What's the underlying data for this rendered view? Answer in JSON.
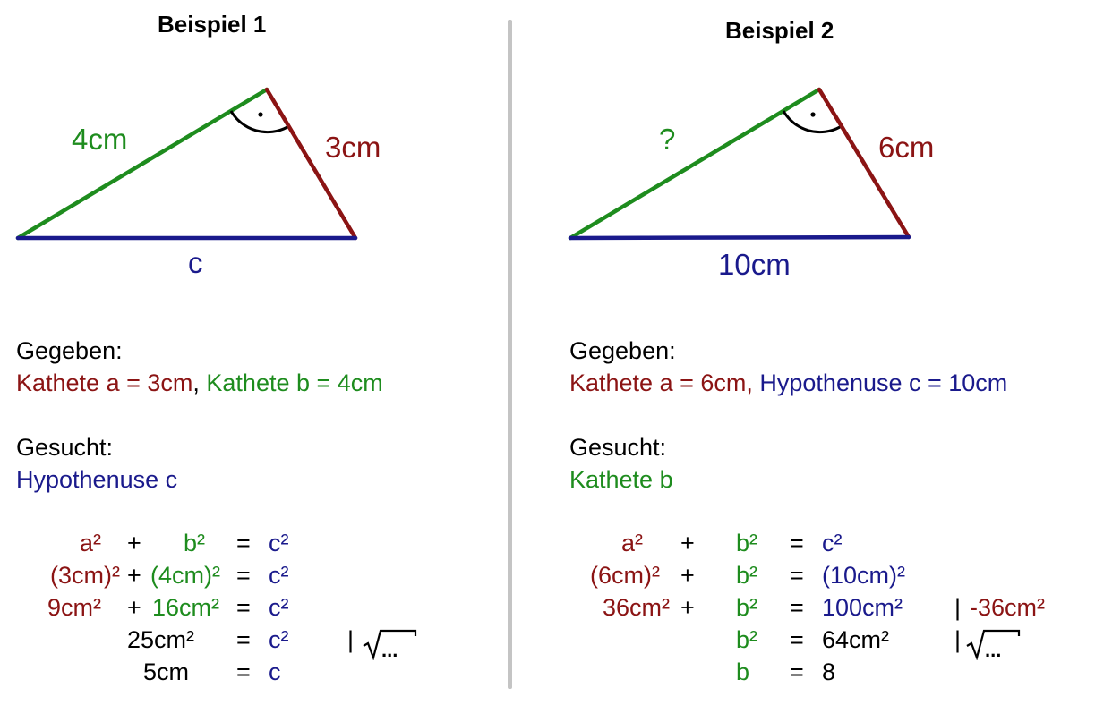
{
  "colors": {
    "red": "#8b1414",
    "green": "#1e8c1e",
    "blue": "#1a1a8c",
    "black": "#000000"
  },
  "example1": {
    "title": "Beispiel 1",
    "side_b_label": "4cm",
    "side_a_label": "3cm",
    "side_c_label": "c",
    "right_angle_mark": "·",
    "given_heading": "Gegeben:",
    "given_a": "Kathete a = 3cm",
    "given_sep": ",",
    "given_b": "Kathete b = 4cm",
    "sought_heading": "Gesucht:",
    "sought": "Hypothenuse c",
    "rows": [
      {
        "left": "a²",
        "plus": "+",
        "mid": "b²",
        "eq": "=",
        "right": "c²"
      },
      {
        "left": "(3cm)²",
        "plus": "+",
        "mid": "(4cm)²",
        "eq": "=",
        "right": "c²"
      },
      {
        "left": "9cm²",
        "plus": "+",
        "mid": "16cm²",
        "eq": "=",
        "right": "c²"
      },
      {
        "mid": "25cm²",
        "eq": "=",
        "right": "c²",
        "op": "|"
      },
      {
        "mid": "5cm",
        "eq": "=",
        "right": "c"
      }
    ],
    "sqrt_dots": "..."
  },
  "example2": {
    "title": "Beispiel 2",
    "side_b_label": "?",
    "side_a_label": "6cm",
    "side_c_label": "10cm",
    "right_angle_mark": "·",
    "given_heading": "Gegeben:",
    "given_a": "Kathete a = 6cm,",
    "given_c": "Hypothenuse c = 10cm",
    "sought_heading": "Gesucht:",
    "sought": "Kathete b",
    "rows": [
      {
        "left": "a²",
        "plus": "+",
        "mid": "b²",
        "eq": "=",
        "right": "c²"
      },
      {
        "left": "(6cm)²",
        "plus": "+",
        "mid": "b²",
        "eq": "=",
        "right": "(10cm)²"
      },
      {
        "left": "36cm²",
        "plus": "+",
        "mid": "b²",
        "eq": "=",
        "right": "100cm²",
        "op": "|",
        "op_value": "-36cm²"
      },
      {
        "mid": "b²",
        "eq": "=",
        "right": "64cm²",
        "op": "|"
      },
      {
        "mid": "b",
        "eq": "=",
        "right": "8"
      }
    ],
    "sqrt_dots": "..."
  }
}
